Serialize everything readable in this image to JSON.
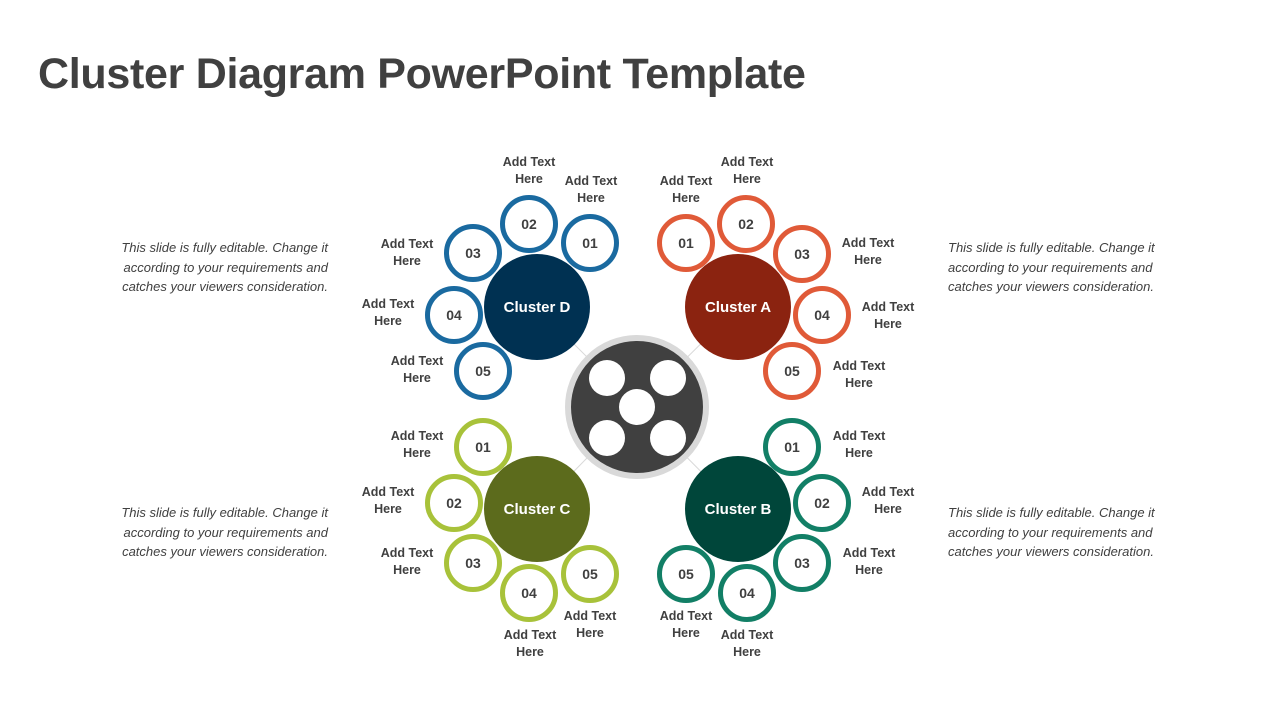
{
  "title": "Cluster Diagram PowerPoint Template",
  "side_text": "This slide is fully editable. Change it according to your requirements and catches your viewers consideration.",
  "side_texts": {
    "top_left": "This slide is fully editable. Change it according to your requirements and catches your viewers consideration.",
    "bottom_left": "This slide is fully editable. Change it according to your requirements and catches your viewers consideration.",
    "top_right": "This slide is fully editable. Change it according to your requirements and catches your viewers consideration.",
    "bottom_right": "This slide is fully editable. Change it according to your requirements and catches your viewers consideration."
  },
  "clusters": [
    {
      "id": "a",
      "name": "Cluster A",
      "fill": "#8b2310",
      "ring": "#e05a38",
      "items": [
        {
          "num": "01",
          "label": "Add Text Here"
        },
        {
          "num": "02",
          "label": "Add Text Here"
        },
        {
          "num": "03",
          "label": "Add Text Here"
        },
        {
          "num": "04",
          "label": "Add Text Here"
        },
        {
          "num": "05",
          "label": "Add Text Here"
        }
      ]
    },
    {
      "id": "b",
      "name": "Cluster B",
      "fill": "#00463a",
      "ring": "#127f66",
      "items": [
        {
          "num": "01",
          "label": "Add Text Here"
        },
        {
          "num": "02",
          "label": "Add Text Here"
        },
        {
          "num": "03",
          "label": "Add Text Here"
        },
        {
          "num": "04",
          "label": "Add Text Here"
        },
        {
          "num": "05",
          "label": "Add Text Here"
        }
      ]
    },
    {
      "id": "c",
      "name": "Cluster C",
      "fill": "#5c6b1c",
      "ring": "#a8c23a",
      "items": [
        {
          "num": "01",
          "label": "Add Text Here"
        },
        {
          "num": "02",
          "label": "Add Text Here"
        },
        {
          "num": "03",
          "label": "Add Text Here"
        },
        {
          "num": "04",
          "label": "Add Text Here"
        },
        {
          "num": "05",
          "label": "Add Text Here"
        }
      ]
    },
    {
      "id": "d",
      "name": "Cluster D",
      "fill": "#003152",
      "ring": "#1a6aa0",
      "items": [
        {
          "num": "01",
          "label": "Add Text Here"
        },
        {
          "num": "02",
          "label": "Add Text Here"
        },
        {
          "num": "03",
          "label": "Add Text Here"
        },
        {
          "num": "04",
          "label": "Add Text Here"
        },
        {
          "num": "05",
          "label": "Add Text Here"
        }
      ]
    }
  ]
}
